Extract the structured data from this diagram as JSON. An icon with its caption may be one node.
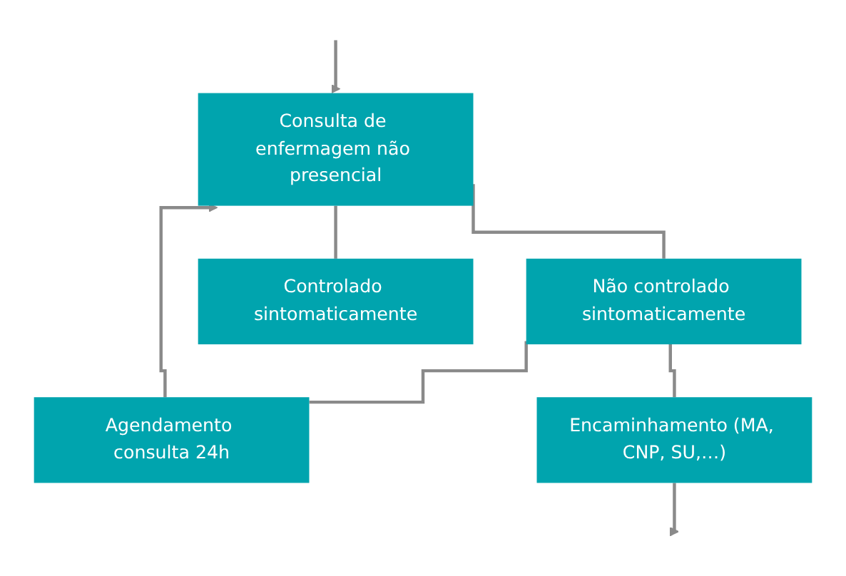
{
  "diagram": {
    "nodes": [
      {
        "text": [
          "Consulta de enfermagem não presencial"
        ]
      },
      {
        "text": [
          "Não controlado sintomaticamente"
        ]
      },
      {
        "text": [
          "Controlado sintomaticamente"
        ]
      },
      {
        "text": [
          "Agendamento consulta 24h"
        ]
      },
      {
        "text": [
          "Encaminhamento (MA, CNP, SU,…)"
        ]
      }
    ],
    "edges": [
      {
        "from": 0,
        "to": 1,
        "arrow": "none"
      },
      {
        "from": 0,
        "to": 2,
        "arrow": "none"
      },
      {
        "from": 1,
        "to": 3,
        "arrow": "none"
      },
      {
        "from": 1,
        "to": 4,
        "arrow": "none"
      },
      {
        "from": 3,
        "to": 0,
        "arrow": "to"
      },
      {
        "from": null,
        "to": 0,
        "arrow": "to"
      },
      {
        "from": 4,
        "to": null,
        "arrow": "to"
      }
    ]
  }
}
